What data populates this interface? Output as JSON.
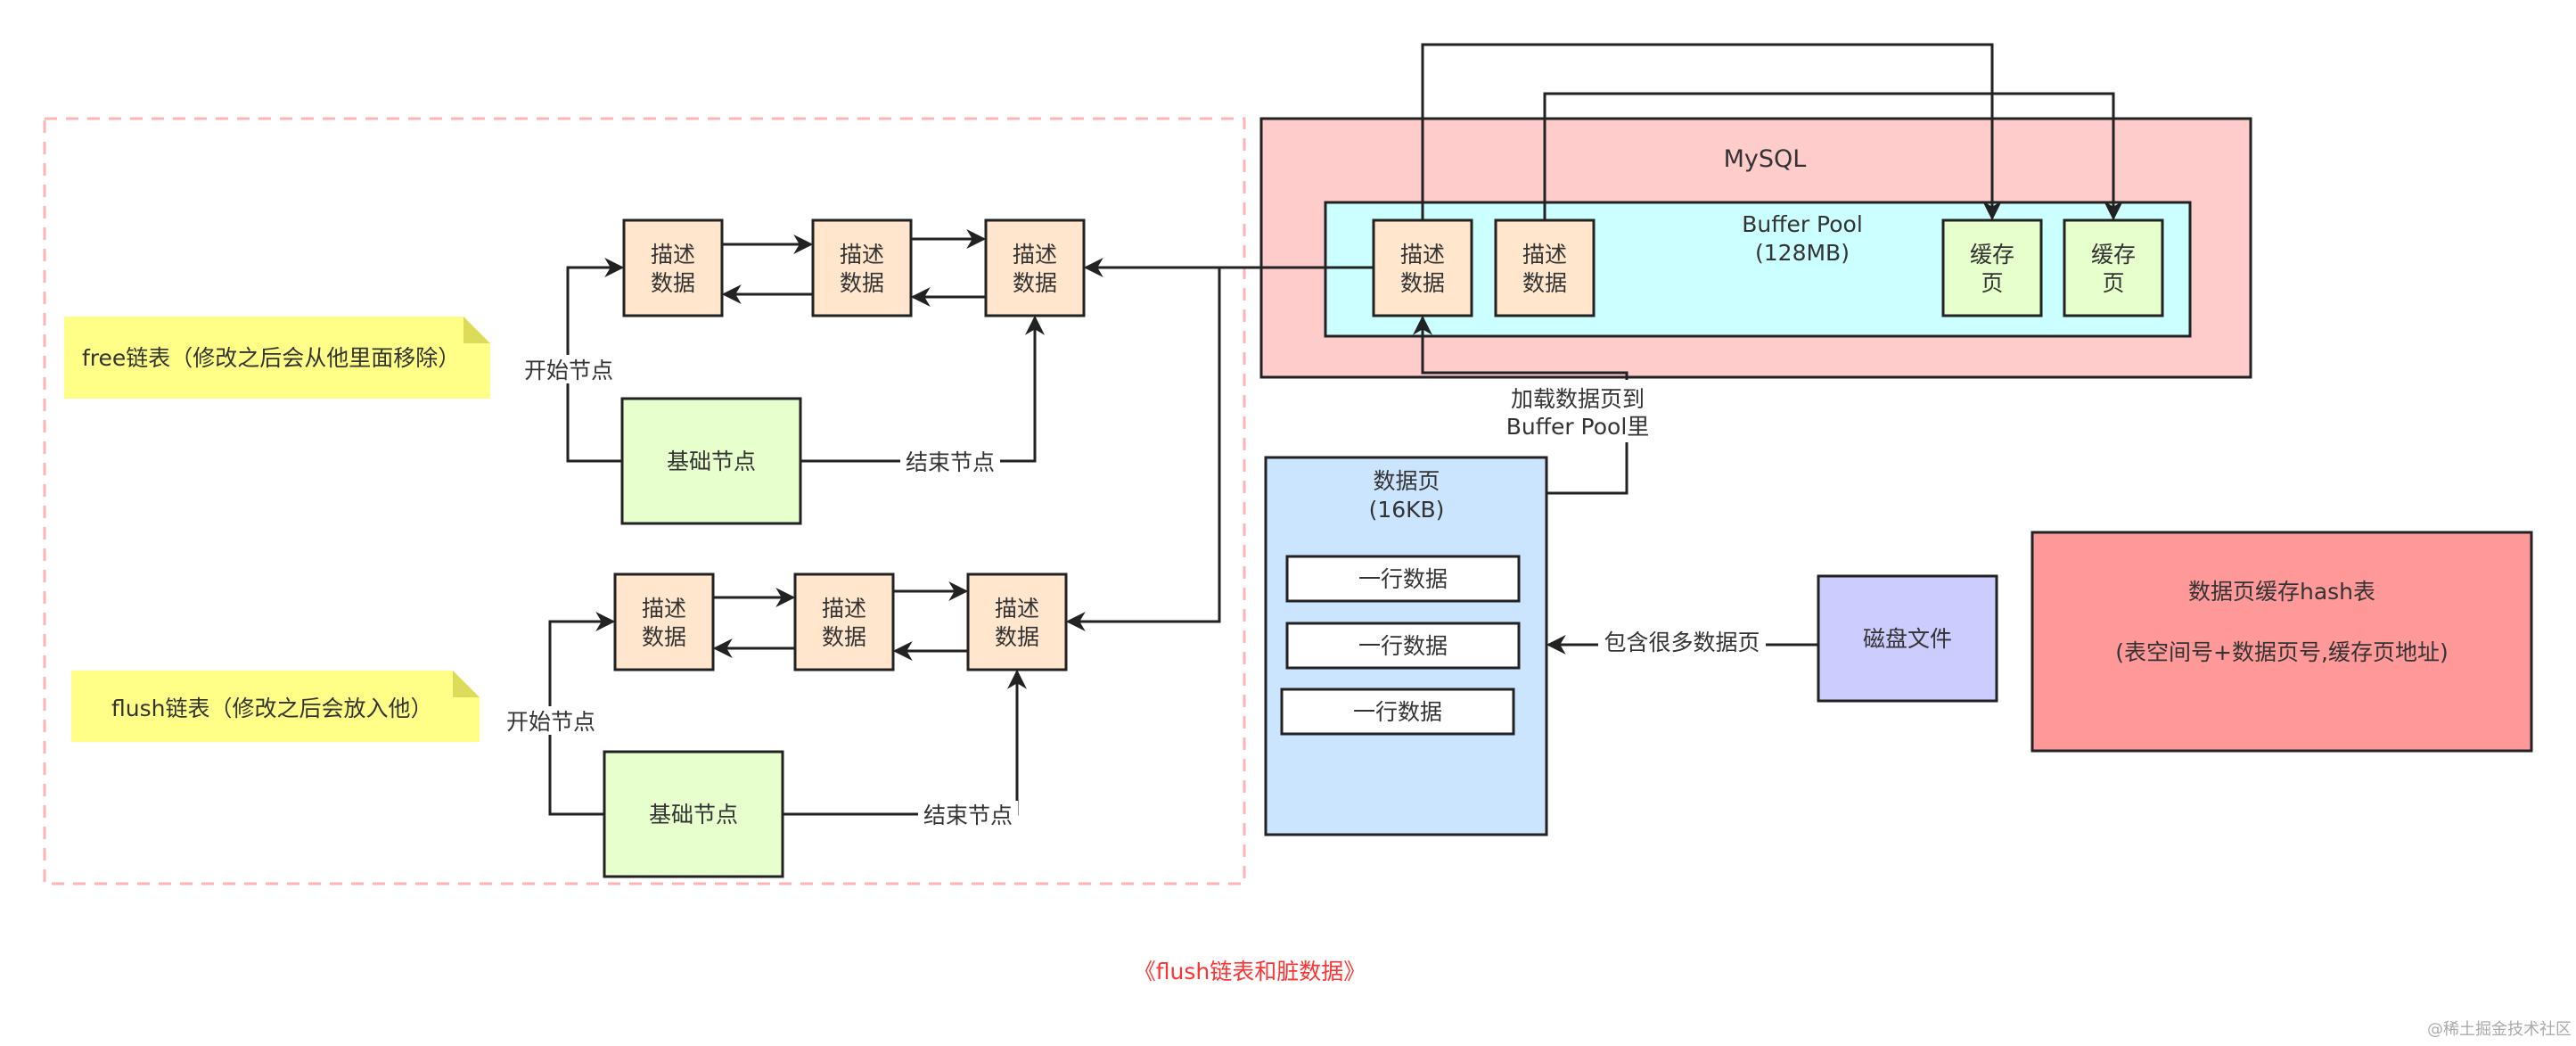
{
  "colors": {
    "stroke": "#222222",
    "node_fill": "#ffe6cc",
    "base_fill": "#e6ffcc",
    "mysql_fill": "#ffcccc",
    "pool_fill": "#ccffff",
    "cache_fill": "#e6ffcc",
    "datapage_fill": "#cce5ff",
    "disk_fill": "#ccccff",
    "hash_fill": "#ff9999",
    "note_fill": "#ffff88",
    "dashed_border": "#ffb3b3",
    "caption": "#ff3333"
  },
  "free_list": {
    "note": "free链表（修改之后会从他里面移除）",
    "nodes": [
      [
        "描述",
        "数据"
      ],
      [
        "描述",
        "数据"
      ],
      [
        "描述",
        "数据"
      ]
    ],
    "base_node": "基础节点",
    "start_label": "开始节点",
    "end_label": "结束节点"
  },
  "flush_list": {
    "note": "flush链表（修改之后会放入他）",
    "nodes": [
      [
        "描述",
        "数据"
      ],
      [
        "描述",
        "数据"
      ],
      [
        "描述",
        "数据"
      ]
    ],
    "base_node": "基础节点",
    "start_label": "开始节点",
    "end_label": "结束节点"
  },
  "mysql": {
    "title": "MySQL",
    "buffer_pool": {
      "title": "Buffer Pool",
      "size": "(128MB)",
      "desc_nodes": [
        [
          "描述",
          "数据"
        ],
        [
          "描述",
          "数据"
        ]
      ],
      "cache_pages": [
        [
          "缓存",
          "页"
        ],
        [
          "缓存",
          "页"
        ]
      ]
    }
  },
  "load_label": [
    "加载数据页到",
    "Buffer Pool里"
  ],
  "data_page": {
    "title": "数据页",
    "size": "(16KB)",
    "rows": [
      "一行数据",
      "一行数据",
      "一行数据"
    ]
  },
  "contains_label": "包含很多数据页",
  "disk_file": "磁盘文件",
  "hash_table": {
    "title": "数据页缓存hash表",
    "subtitle": "(表空间号+数据页号,缓存页地址)"
  },
  "caption": "《flush链表和脏数据》",
  "watermark": "@稀土掘金技术社区"
}
